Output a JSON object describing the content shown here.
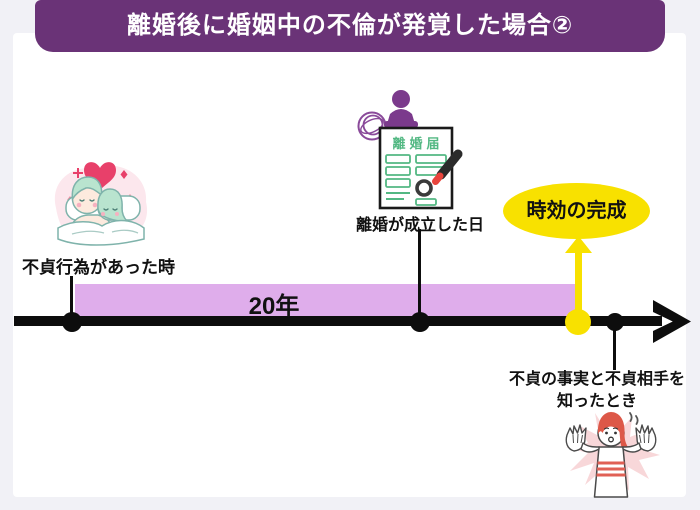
{
  "header": {
    "title": "離婚後に婚姻中の不倫が発覚した場合②"
  },
  "diagram": {
    "affair_label": "不貞行為があった時",
    "divorce_label": "離婚が成立した日",
    "duration_label": "20年",
    "prescription_label": "時効の完成",
    "discovery_label_line1": "不貞の事実と不貞相手を",
    "discovery_label_line2": "知ったとき"
  },
  "illustrations": {
    "couple": "couple-in-bed",
    "divorce_paper": "divorce-form-with-stamp",
    "divorce_paper_title": "離婚届",
    "woman": "surprised-woman"
  },
  "colors": {
    "header_bg": "#6a3377",
    "duration_bar": "#dfadeb",
    "highlight": "#f8e100",
    "timeline": "#0d0d0d",
    "card_bg": "#ffffff",
    "page_bg": "#f1f1f6"
  }
}
